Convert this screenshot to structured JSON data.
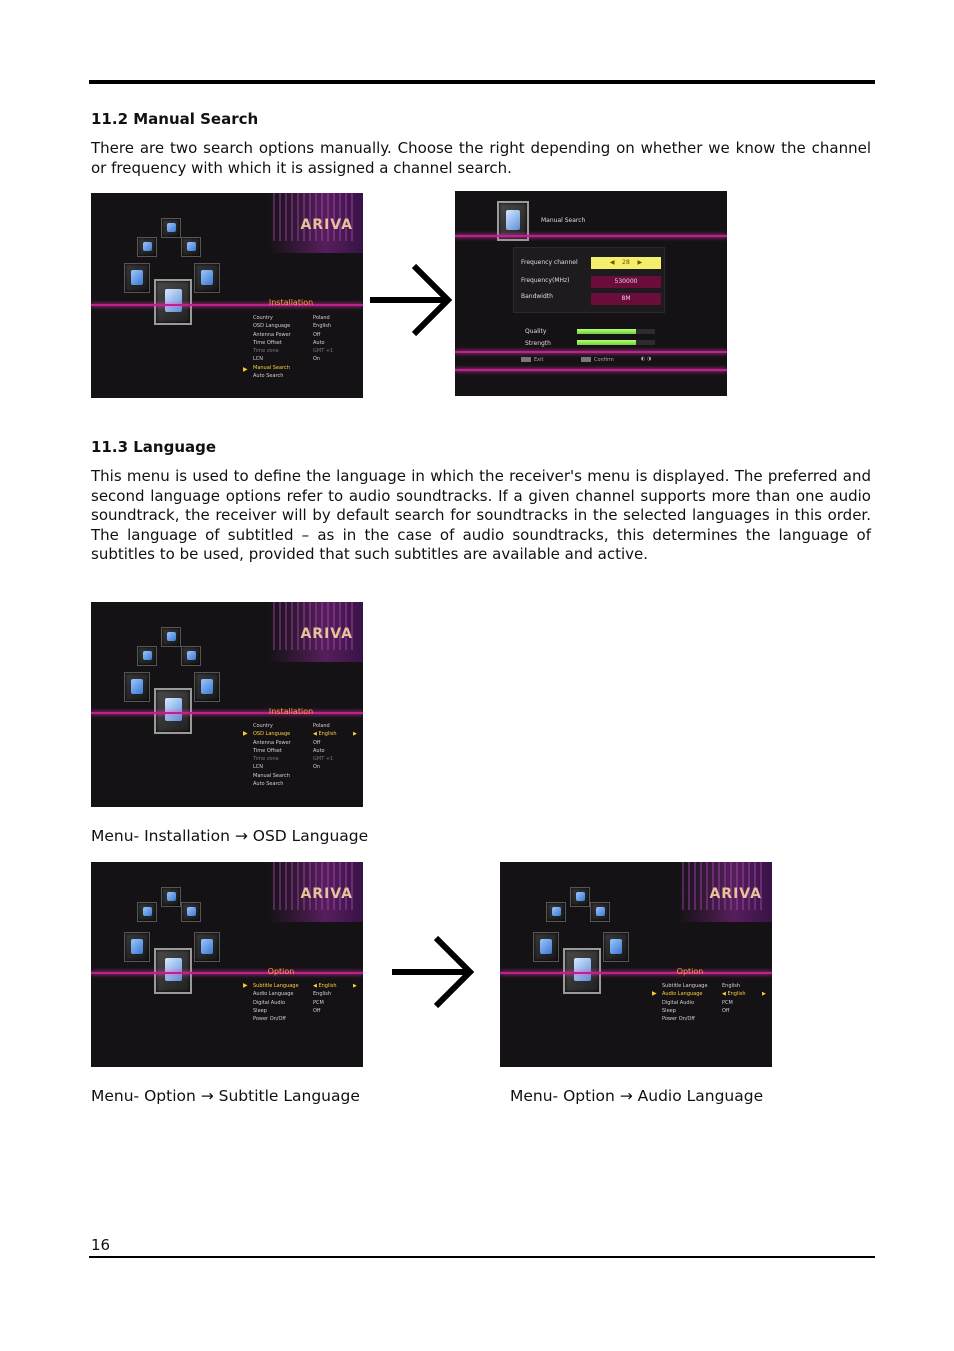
{
  "sections": {
    "manual_search": {
      "heading": "11.2 Manual Search",
      "text": "There are two search options manually. Choose the right depending on whether we know the channel or frequency with which it is assigned a channel search."
    },
    "language": {
      "heading": "11.3 Language",
      "text": "This menu is used to define the language in which the receiver's menu is displayed. The preferred and second language options refer to audio soundtracks. If a given channel supports more than one audio soundtrack, the receiver will by default search for soundtracks in the selected languages in this order. The language of subtitled – as in the case of audio soundtracks, this determines the language of subtitles to be used, provided that such subtitles are available and active."
    }
  },
  "captions": {
    "osd_language": "Menu- Installation → OSD Language",
    "subtitle_language": "Menu- Option → Subtitle Language",
    "audio_language": "Menu- Option → Audio Language"
  },
  "screens": {
    "logo": "ARIVA",
    "installation_title": "Installation",
    "option_title": "Option",
    "installation_rows": [
      {
        "label": "Country",
        "value": "Poland"
      },
      {
        "label": "OSD Language",
        "value": "English"
      },
      {
        "label": "Antenna Power",
        "value": "Off"
      },
      {
        "label": "Time Offset",
        "value": "Auto"
      },
      {
        "label": "Time zone",
        "value": "GMT +1"
      },
      {
        "label": "LCN",
        "value": "On"
      },
      {
        "label": "Manual Search",
        "value": ""
      },
      {
        "label": "Auto Search",
        "value": ""
      }
    ],
    "option_rows": [
      {
        "label": "Subtitle Language",
        "value": "English"
      },
      {
        "label": "Audio Language",
        "value": "English"
      },
      {
        "label": "Digital Audio",
        "value": "PCM"
      },
      {
        "label": "Sleep",
        "value": "Off"
      },
      {
        "label": "Power On/Off",
        "value": ""
      }
    ],
    "manual_search": {
      "title": "Manual Search",
      "frequency_channel_label": "Frequency channel",
      "frequency_channel_value": "28",
      "frequency_label": "Frequency(MHz)",
      "frequency_value": "530000",
      "bandwidth_label": "Bandwidth",
      "bandwidth_value": "8M",
      "quality_label": "Quality",
      "quality_level": 0.75,
      "strength_label": "Strength",
      "strength_level": 0.75,
      "exit_label": "Exit",
      "confirm_label": "Confirm"
    }
  },
  "page_number": "16"
}
